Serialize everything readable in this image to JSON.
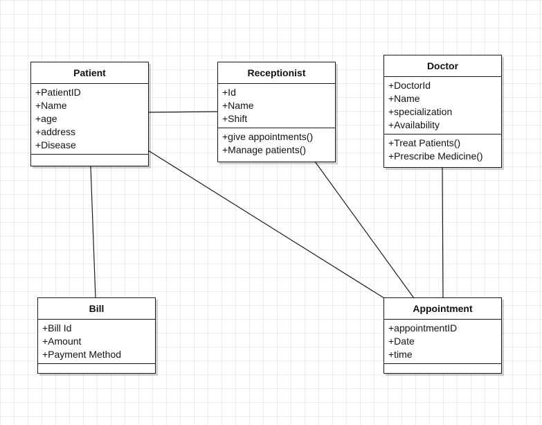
{
  "classes": {
    "patient": {
      "name": "Patient",
      "attributes": [
        "+PatientID",
        "+Name",
        "+age",
        "+address",
        "+Disease"
      ],
      "methods": []
    },
    "receptionist": {
      "name": "Receptionist",
      "attributes": [
        "+Id",
        "+Name",
        "+Shift"
      ],
      "methods": [
        "+give appointments()",
        "+Manage patients()"
      ]
    },
    "doctor": {
      "name": "Doctor",
      "attributes": [
        "+DoctorId",
        "+Name",
        "+specialization",
        "+Availability"
      ],
      "methods": [
        "+Treat Patients()",
        "+Prescribe Medicine()"
      ]
    },
    "bill": {
      "name": "Bill",
      "attributes": [
        "+Bill Id",
        "+Amount",
        "+Payment Method"
      ],
      "methods": []
    },
    "appointment": {
      "name": "Appointment",
      "attributes": [
        "+appointmentID",
        "+Date",
        "+time"
      ],
      "methods": []
    }
  },
  "associations": [
    {
      "from": "patient",
      "to": "receptionist"
    },
    {
      "from": "patient",
      "to": "bill"
    },
    {
      "from": "patient",
      "to": "appointment"
    },
    {
      "from": "receptionist",
      "to": "appointment"
    },
    {
      "from": "doctor",
      "to": "appointment"
    }
  ]
}
